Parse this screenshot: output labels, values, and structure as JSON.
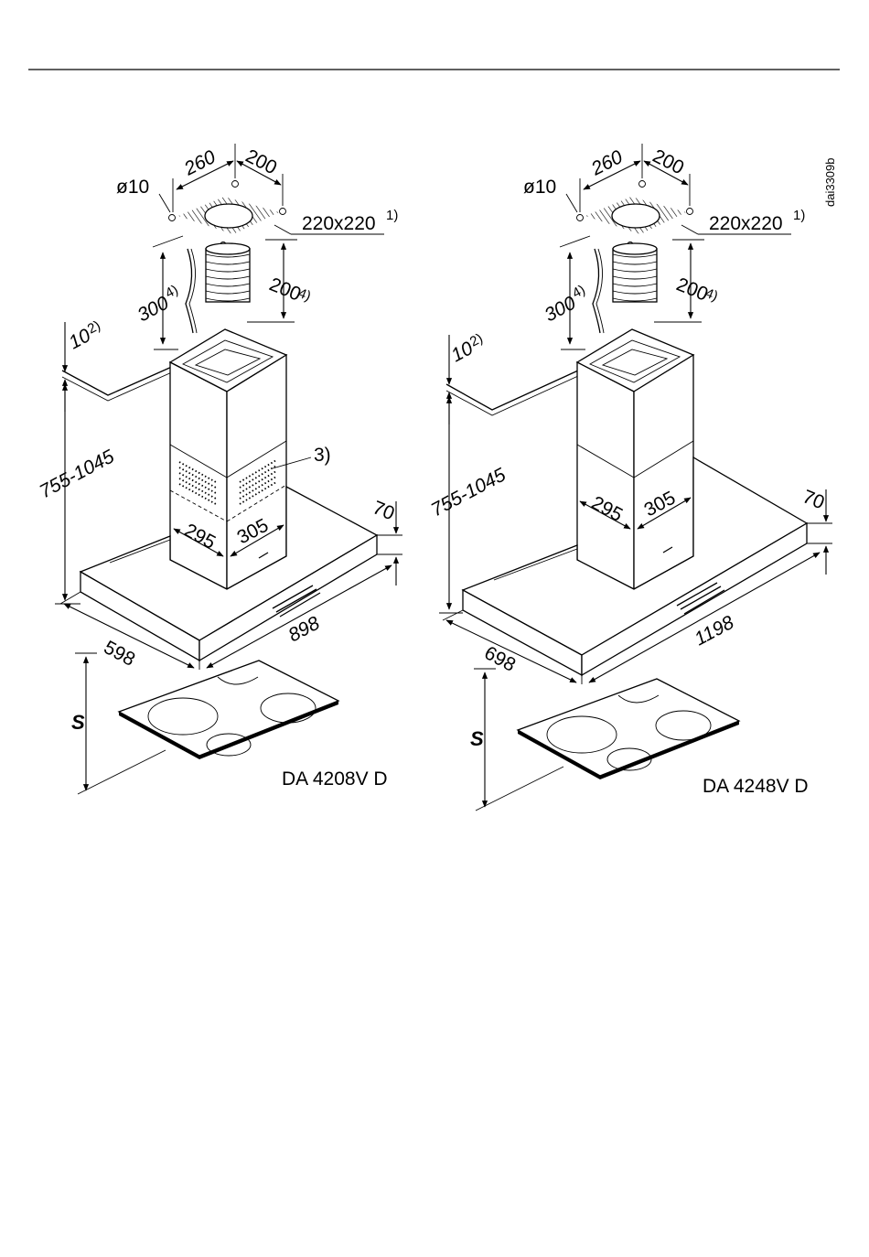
{
  "drawing_code": "dai3309b",
  "left": {
    "model": "DA 4208V D",
    "hole_dia": "ø10",
    "d260": "260",
    "d200_top": "200",
    "duct": "220x220",
    "duct_note": "1)",
    "d300": "300",
    "d300_note": "4)",
    "d200_side": "200",
    "d200_side_note": "4)",
    "d10": "10",
    "d10_note": "2)",
    "height_range": "755-1045",
    "note3": "3)",
    "d295": "295",
    "d305": "305",
    "d70": "70",
    "width": "898",
    "depth": "598",
    "s": "S"
  },
  "right": {
    "model": "DA 4248V D",
    "hole_dia": "ø10",
    "d260": "260",
    "d200_top": "200",
    "duct": "220x220",
    "duct_note": "1)",
    "d300": "300",
    "d300_note": "4)",
    "d200_side": "200",
    "d200_side_note": "4)",
    "d10": "10",
    "d10_note": "2)",
    "height_range": "755-1045",
    "d295": "295",
    "d305": "305",
    "d70": "70",
    "width": "1198",
    "depth": "698",
    "s": "S"
  }
}
